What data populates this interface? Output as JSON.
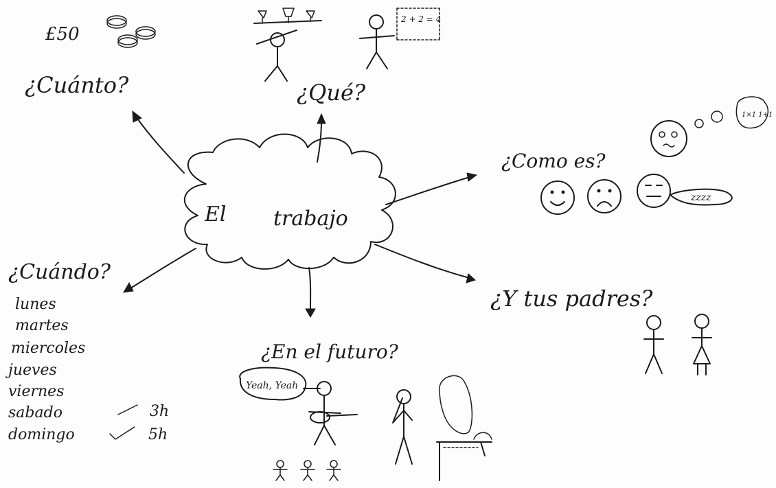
{
  "center": {
    "line1": "El",
    "line2": "trabajo"
  },
  "branches": {
    "cuanto": {
      "question": "¿Cuánto?",
      "amount": "£50"
    },
    "que": {
      "question": "¿Qué?",
      "board_text": "2 + 2 = 4"
    },
    "como": {
      "question": "¿Como es?",
      "speech": "zzzz",
      "thought": "1×1 1+1"
    },
    "cuando": {
      "question": "¿Cuándo?",
      "days": [
        "lunes",
        "martes",
        "miercoles",
        "jueves",
        "viernes",
        "sabado",
        "domingo"
      ],
      "sabado_hours": "3h",
      "domingo_hours": "5h"
    },
    "futuro": {
      "question": "¿En el futuro?",
      "speech": "Yeah, Yeah"
    },
    "padres": {
      "question": "¿Y tus padres?"
    }
  }
}
